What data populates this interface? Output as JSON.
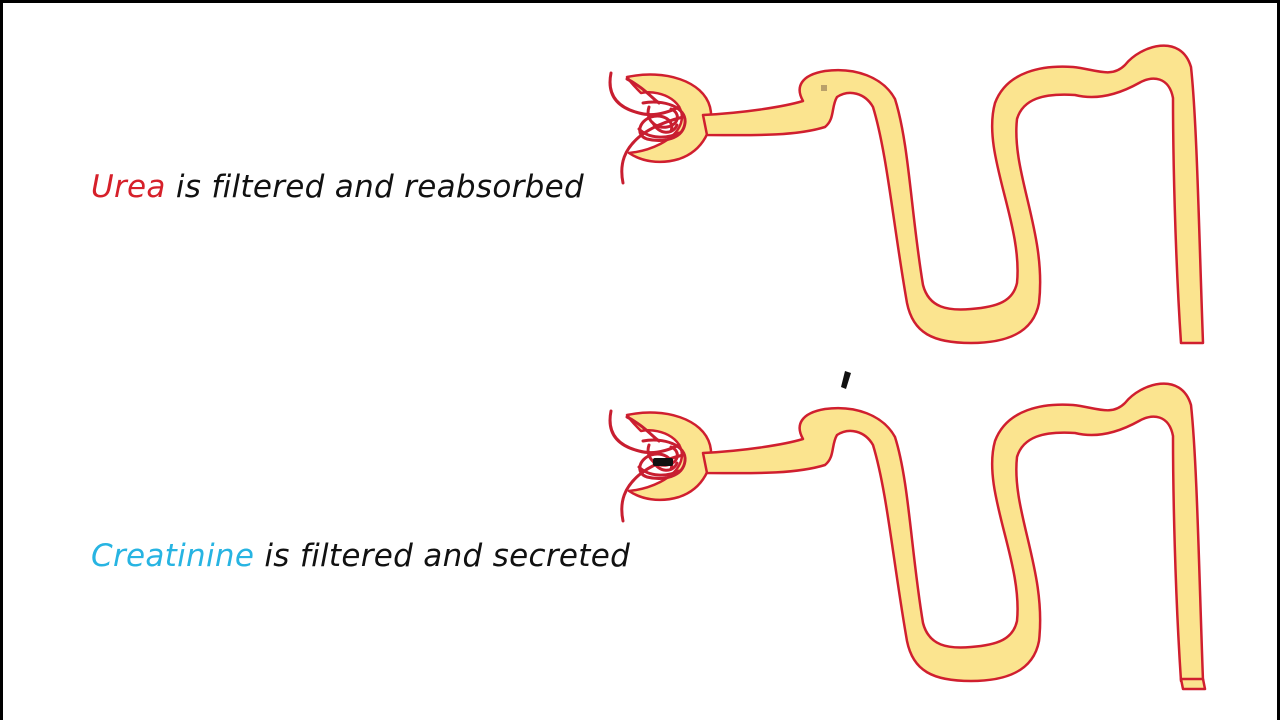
{
  "captions": {
    "urea": {
      "term": "Urea",
      "rest": " is filtered and reabsorbed",
      "term_color": "#d6202a"
    },
    "creatinine": {
      "term": "Creatinine",
      "rest": " is filtered and secreted",
      "term_color": "#27b4e2"
    }
  },
  "colors": {
    "tubule_fill": "#fbe48f",
    "tubule_outline": "#d01f2f",
    "vessel": "#c81e30",
    "text": "#111111"
  }
}
